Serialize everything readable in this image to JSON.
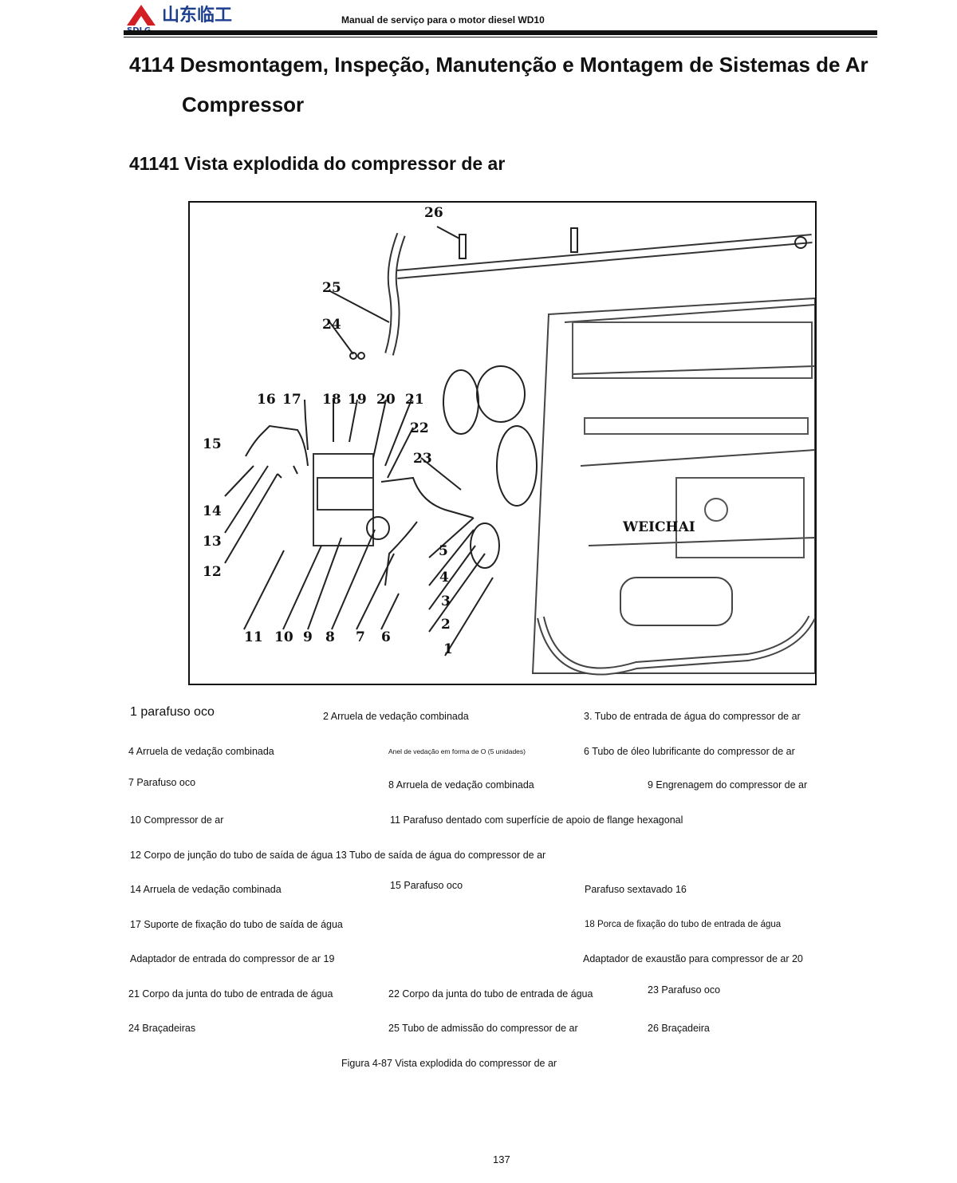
{
  "header": {
    "logo_text_cn": "山东临工",
    "logo_text_en": "SDLG",
    "title": "Manual de serviço para o motor diesel WD10"
  },
  "section": {
    "title_line1": "4114 Desmontagem, Inspeção, Manutenção e Montagem de Sistemas de Ar",
    "title_line2": "Compressor"
  },
  "subsection": {
    "title": "41141 Vista explodida do compressor de ar"
  },
  "figure": {
    "callouts": [
      "1",
      "2",
      "3",
      "4",
      "5",
      "6",
      "7",
      "8",
      "9",
      "10",
      "11",
      "12",
      "13",
      "14",
      "15",
      "16",
      "17",
      "18",
      "19",
      "20",
      "21",
      "22",
      "23",
      "24",
      "25",
      "26"
    ],
    "engine_brand": "WEICHAI",
    "caption": "Figura 4-87 Vista explodida do compressor de ar"
  },
  "legend": [
    "1 parafuso oco",
    "2 Arruela de vedação combinada",
    "3. Tubo de entrada de água do compressor de ar",
    "4 Arruela de vedação combinada",
    "Anel de vedação em forma de O (5 unidades)",
    "6 Tubo de óleo lubrificante do compressor de ar",
    "7 Parafuso oco",
    "8 Arruela de vedação combinada",
    "9 Engrenagem do compressor de ar",
    "10 Compressor de ar",
    "11 Parafuso dentado com superfície de apoio de flange hexagonal",
    "12 Corpo de junção do tubo de saída de água 13 Tubo de saída de água do compressor de ar",
    "14 Arruela de vedação combinada",
    "15 Parafuso oco",
    "Parafuso sextavado 16",
    "17 Suporte de fixação do tubo de saída de água",
    "18 Porca de fixação do tubo de entrada de água",
    "Adaptador de entrada do compressor de ar 19",
    "Adaptador de exaustão para compressor de ar 20",
    "21 Corpo da junta do tubo de entrada de água",
    "22 Corpo da junta do tubo de entrada de água",
    "23 Parafuso oco",
    "24 Braçadeiras",
    "25 Tubo de admissão do compressor de ar",
    "26 Braçadeira"
  ],
  "page_number": "137",
  "colors": {
    "logo_red": "#d21f26",
    "logo_blue": "#1d3f8f",
    "ink": "#111111"
  }
}
